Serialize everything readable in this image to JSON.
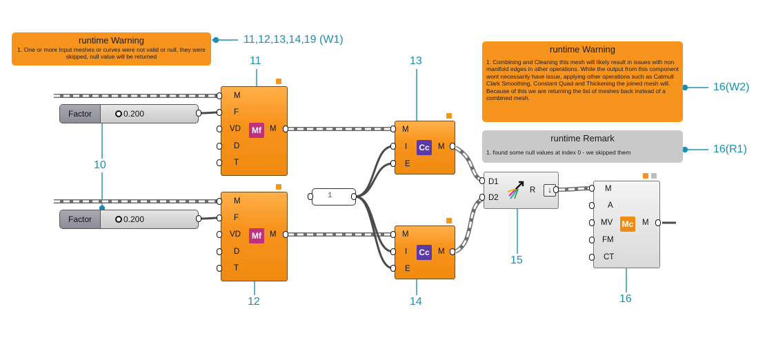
{
  "warning_w1": {
    "title": "runtime Warning",
    "body": "1. One or more Input meshes or curves were not valid or null, they were skipped, null value will be returned"
  },
  "warning_w2": {
    "title": "runtime Warning",
    "body": "1. Combining and Cleaning this mesh will likely result in issues with non manifold edges in other operations. While the output from this component wont necessarily have issue, applying other operations such as Catmull Clark Smoothing, Constant Quad and Thickening the joined mesh will. Because of this we are returning the list of meshes back instead of a combined mesh."
  },
  "remark_r1": {
    "title": "runtime Remark",
    "body": "1. found some null values at index  0 - we skipped them"
  },
  "callouts": {
    "w1": "11,12,13,14,19 (W1)",
    "n11": "11",
    "n12": "12",
    "n13": "13",
    "n14": "14",
    "n15": "15",
    "n16": "16",
    "n10": "10",
    "w2": "16(W2)",
    "r1": "16(R1)"
  },
  "sliders": [
    {
      "label": "Factor",
      "value": "0.200"
    },
    {
      "label": "Factor",
      "value": "0.200"
    }
  ],
  "panel_value": "1",
  "comp11": {
    "inputs": [
      "M",
      "F",
      "VD",
      "D",
      "T"
    ],
    "output": "M",
    "icon_text": "Mf",
    "icon_name": "mesh-factor-icon"
  },
  "comp12": {
    "inputs": [
      "M",
      "F",
      "VD",
      "D",
      "T"
    ],
    "output": "M",
    "icon_text": "Mf",
    "icon_name": "mesh-factor-icon"
  },
  "comp13": {
    "inputs": [
      "M",
      "I",
      "E"
    ],
    "output": "M",
    "icon_text": "Cc",
    "icon_name": "combine-clean-icon"
  },
  "comp14": {
    "inputs": [
      "M",
      "I",
      "E"
    ],
    "output": "M",
    "icon_text": "Cc",
    "icon_name": "combine-clean-icon"
  },
  "comp15": {
    "inputs": [
      "D1",
      "D2"
    ],
    "output": "R",
    "icon_name": "merge-icon"
  },
  "comp16": {
    "inputs": [
      "M",
      "A",
      "MV",
      "FM",
      "CT"
    ],
    "output": "M",
    "icon_text": "Mc",
    "icon_name": "mesh-combine-icon"
  },
  "colors": {
    "warning": "#f7941d",
    "remark": "#c9c9c9",
    "callout": "#1b8fb1"
  }
}
